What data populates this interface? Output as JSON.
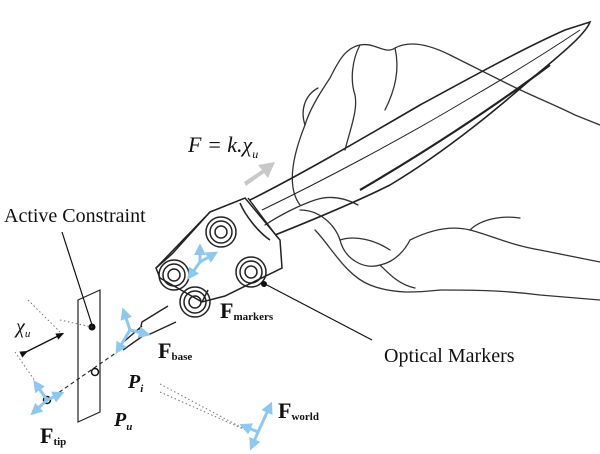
{
  "labels": {
    "force_eq": "F =  k.χ",
    "force_eq_sub": "u",
    "active_constraint": "Active Constraint",
    "optical_markers": "Optical Markers",
    "chi": "χ",
    "chi_sub": "u",
    "f_markers": "F",
    "f_markers_sub": "markers",
    "f_base": "F",
    "f_base_sub": "base",
    "f_tip": "F",
    "f_tip_sub": "tip",
    "f_world": "F",
    "f_world_sub": "world",
    "p_i": "P",
    "p_i_sub": "i",
    "p_u": "P",
    "p_u_sub": "u"
  },
  "colors": {
    "frame_arrows": "#8cc8f0",
    "force_arrow": "#c8c8c8",
    "ink": "#111111"
  }
}
